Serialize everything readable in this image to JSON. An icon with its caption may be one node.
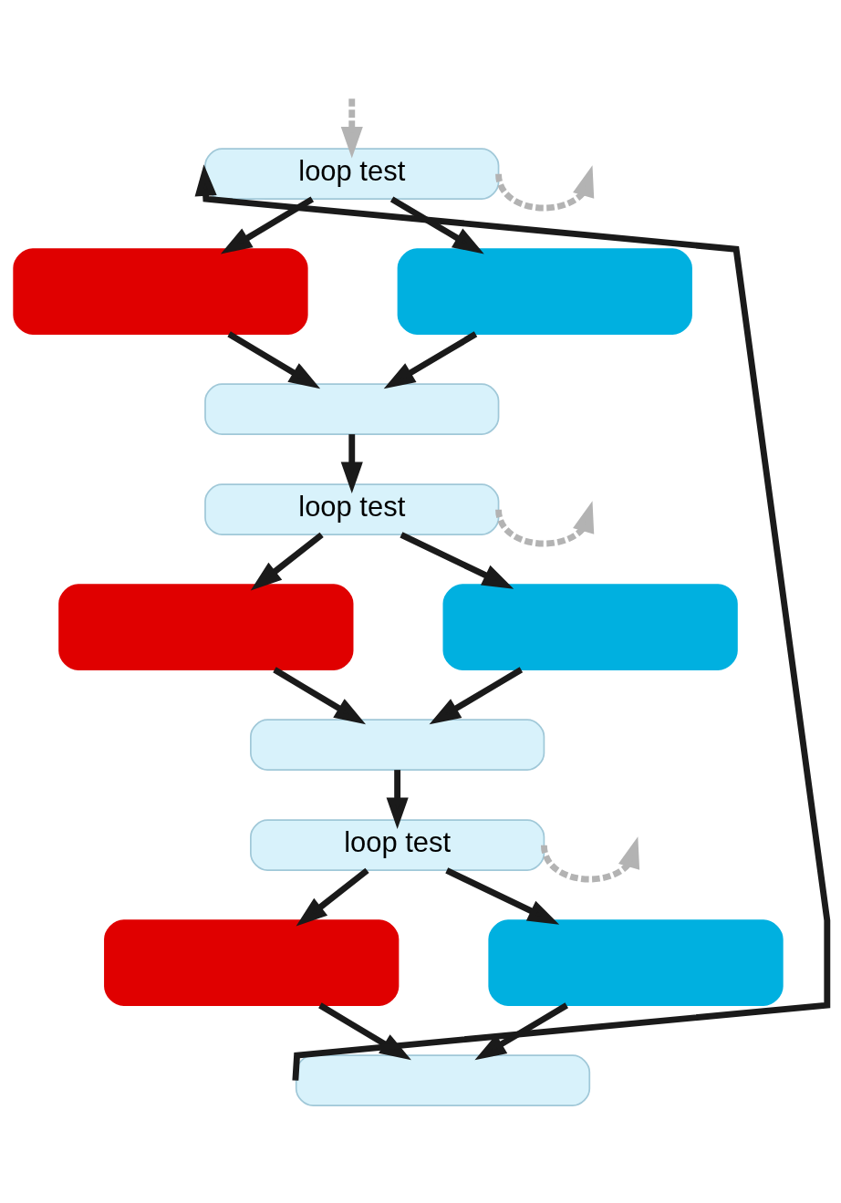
{
  "diagram": {
    "nodes": [
      {
        "text": [
          "loop test"
        ]
      },
      {
        "text": [],
        "shape": "box"
      },
      {
        "text": [],
        "shape": "box"
      },
      {
        "text": [],
        "shape": "box"
      },
      {
        "text": [
          "loop test"
        ]
      },
      {
        "text": [],
        "shape": "box"
      },
      {
        "text": [],
        "shape": "box"
      },
      {
        "text": [],
        "shape": "box"
      },
      {
        "text": [
          "loop test"
        ]
      },
      {
        "text": [],
        "shape": "box"
      },
      {
        "text": [],
        "shape": "box"
      },
      {
        "text": [],
        "shape": "box"
      }
    ],
    "edges": [
      {
        "from": 0,
        "to": null,
        "arrow": "to",
        "style": "dashed",
        "color": "#b3b3b3"
      },
      {
        "from": null,
        "to": 0,
        "arrow": "to",
        "style": "dashed",
        "color": "#b3b3b3"
      },
      {
        "from": 0,
        "to": 1,
        "arrow": "to"
      },
      {
        "from": 0,
        "to": 2,
        "arrow": "to"
      },
      {
        "from": 1,
        "to": 3,
        "arrow": "to"
      },
      {
        "from": 2,
        "to": 3,
        "arrow": "to"
      },
      {
        "from": 3,
        "to": 4,
        "arrow": "to"
      },
      {
        "from": 4,
        "to": null,
        "arrow": "to",
        "style": "dashed",
        "color": "#b3b3b3"
      },
      {
        "from": 4,
        "to": 5,
        "arrow": "to"
      },
      {
        "from": 4,
        "to": 6,
        "arrow": "to"
      },
      {
        "from": 5,
        "to": 7,
        "arrow": "to"
      },
      {
        "from": 6,
        "to": 7,
        "arrow": "to"
      },
      {
        "from": 7,
        "to": 8,
        "arrow": "to"
      },
      {
        "from": 8,
        "to": null,
        "arrow": "to",
        "style": "dashed",
        "color": "#b3b3b3"
      },
      {
        "from": 8,
        "to": 9,
        "arrow": "to"
      },
      {
        "from": 8,
        "to": 10,
        "arrow": "to"
      },
      {
        "from": 9,
        "to": 11,
        "arrow": "to"
      },
      {
        "from": 10,
        "to": 11,
        "arrow": "to"
      },
      {
        "from": 11,
        "to": 0,
        "arrow": "to"
      }
    ]
  }
}
